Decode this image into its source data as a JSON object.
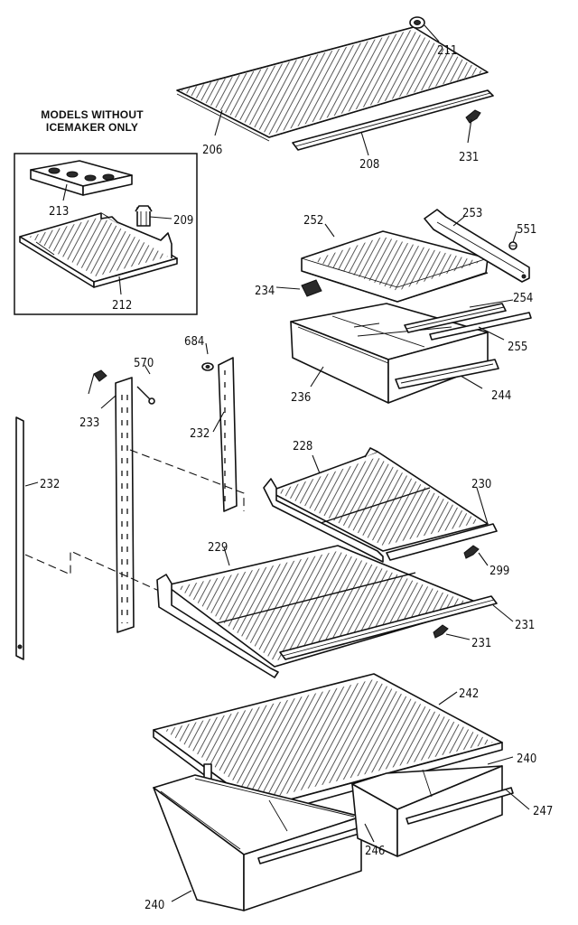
{
  "inset": {
    "header_line1": "MODELS WITHOUT",
    "header_line2": "ICEMAKER ONLY"
  },
  "callouts": {
    "c211": "211",
    "c206": "206",
    "c208": "208",
    "c231a": "231",
    "c213": "213",
    "c209": "209",
    "c212": "212",
    "c252": "252",
    "c253": "253",
    "c551": "551",
    "c234": "234",
    "c254": "254",
    "c255": "255",
    "c236": "236",
    "c244": "244",
    "c684": "684",
    "c570": "570",
    "c233": "233",
    "c232a": "232",
    "c232b": "232",
    "c228": "228",
    "c230": "230",
    "c299": "299",
    "c229": "229",
    "c231b": "231",
    "c231c": "231",
    "c242": "242",
    "c240a": "240",
    "c247": "247",
    "c246": "246",
    "c240b": "240"
  }
}
